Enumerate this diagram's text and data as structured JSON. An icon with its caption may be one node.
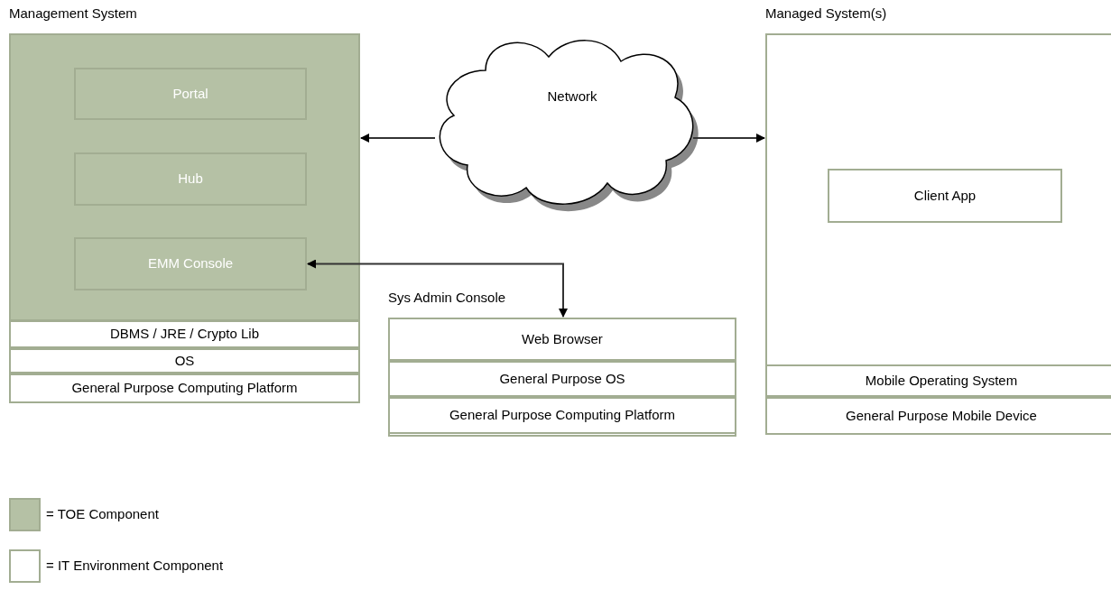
{
  "diagram": {
    "nodes": [
      {
        "text": [
          "Management System"
        ]
      },
      {
        "text": [],
        "shape": "box",
        "in": 0
      },
      {
        "text": [
          "Portal"
        ],
        "in": 1
      },
      {
        "text": [
          "Hub"
        ],
        "in": 1
      },
      {
        "text": [
          "EMM Console"
        ],
        "in": 1
      },
      {
        "text": [
          "DBMS / JRE / Crypto Lib"
        ],
        "in": 0
      },
      {
        "text": [
          "OS"
        ],
        "in": 0
      },
      {
        "text": [
          "General Purpose Computing Platform"
        ],
        "in": 0
      },
      {
        "text": [
          "Network"
        ]
      },
      {
        "text": [
          "Sys Admin Console"
        ]
      },
      {
        "text": [
          "Web Browser"
        ],
        "in": 9
      },
      {
        "text": [
          "General Purpose OS"
        ],
        "in": 9
      },
      {
        "text": [
          "General Purpose Computing Platform"
        ],
        "in": 9
      },
      {
        "text": [
          "Managed System(s)"
        ]
      },
      {
        "text": [
          "Client App"
        ],
        "in": 13
      },
      {
        "text": [
          "Mobile Operating System"
        ],
        "in": 13
      },
      {
        "text": [
          "General Purpose Mobile Device"
        ],
        "in": 13
      }
    ],
    "edges": [
      {
        "from": 8,
        "to": 1,
        "arrow": "to"
      },
      {
        "from": 8,
        "to": 13,
        "arrow": "to"
      },
      {
        "from": 4,
        "to": 10,
        "arrow": "both"
      }
    ],
    "legend": [
      {
        "text": "= TOE Component",
        "color": "#b5c1a5"
      },
      {
        "text": "= IT Environment Component",
        "color": "#ffffff"
      }
    ]
  }
}
